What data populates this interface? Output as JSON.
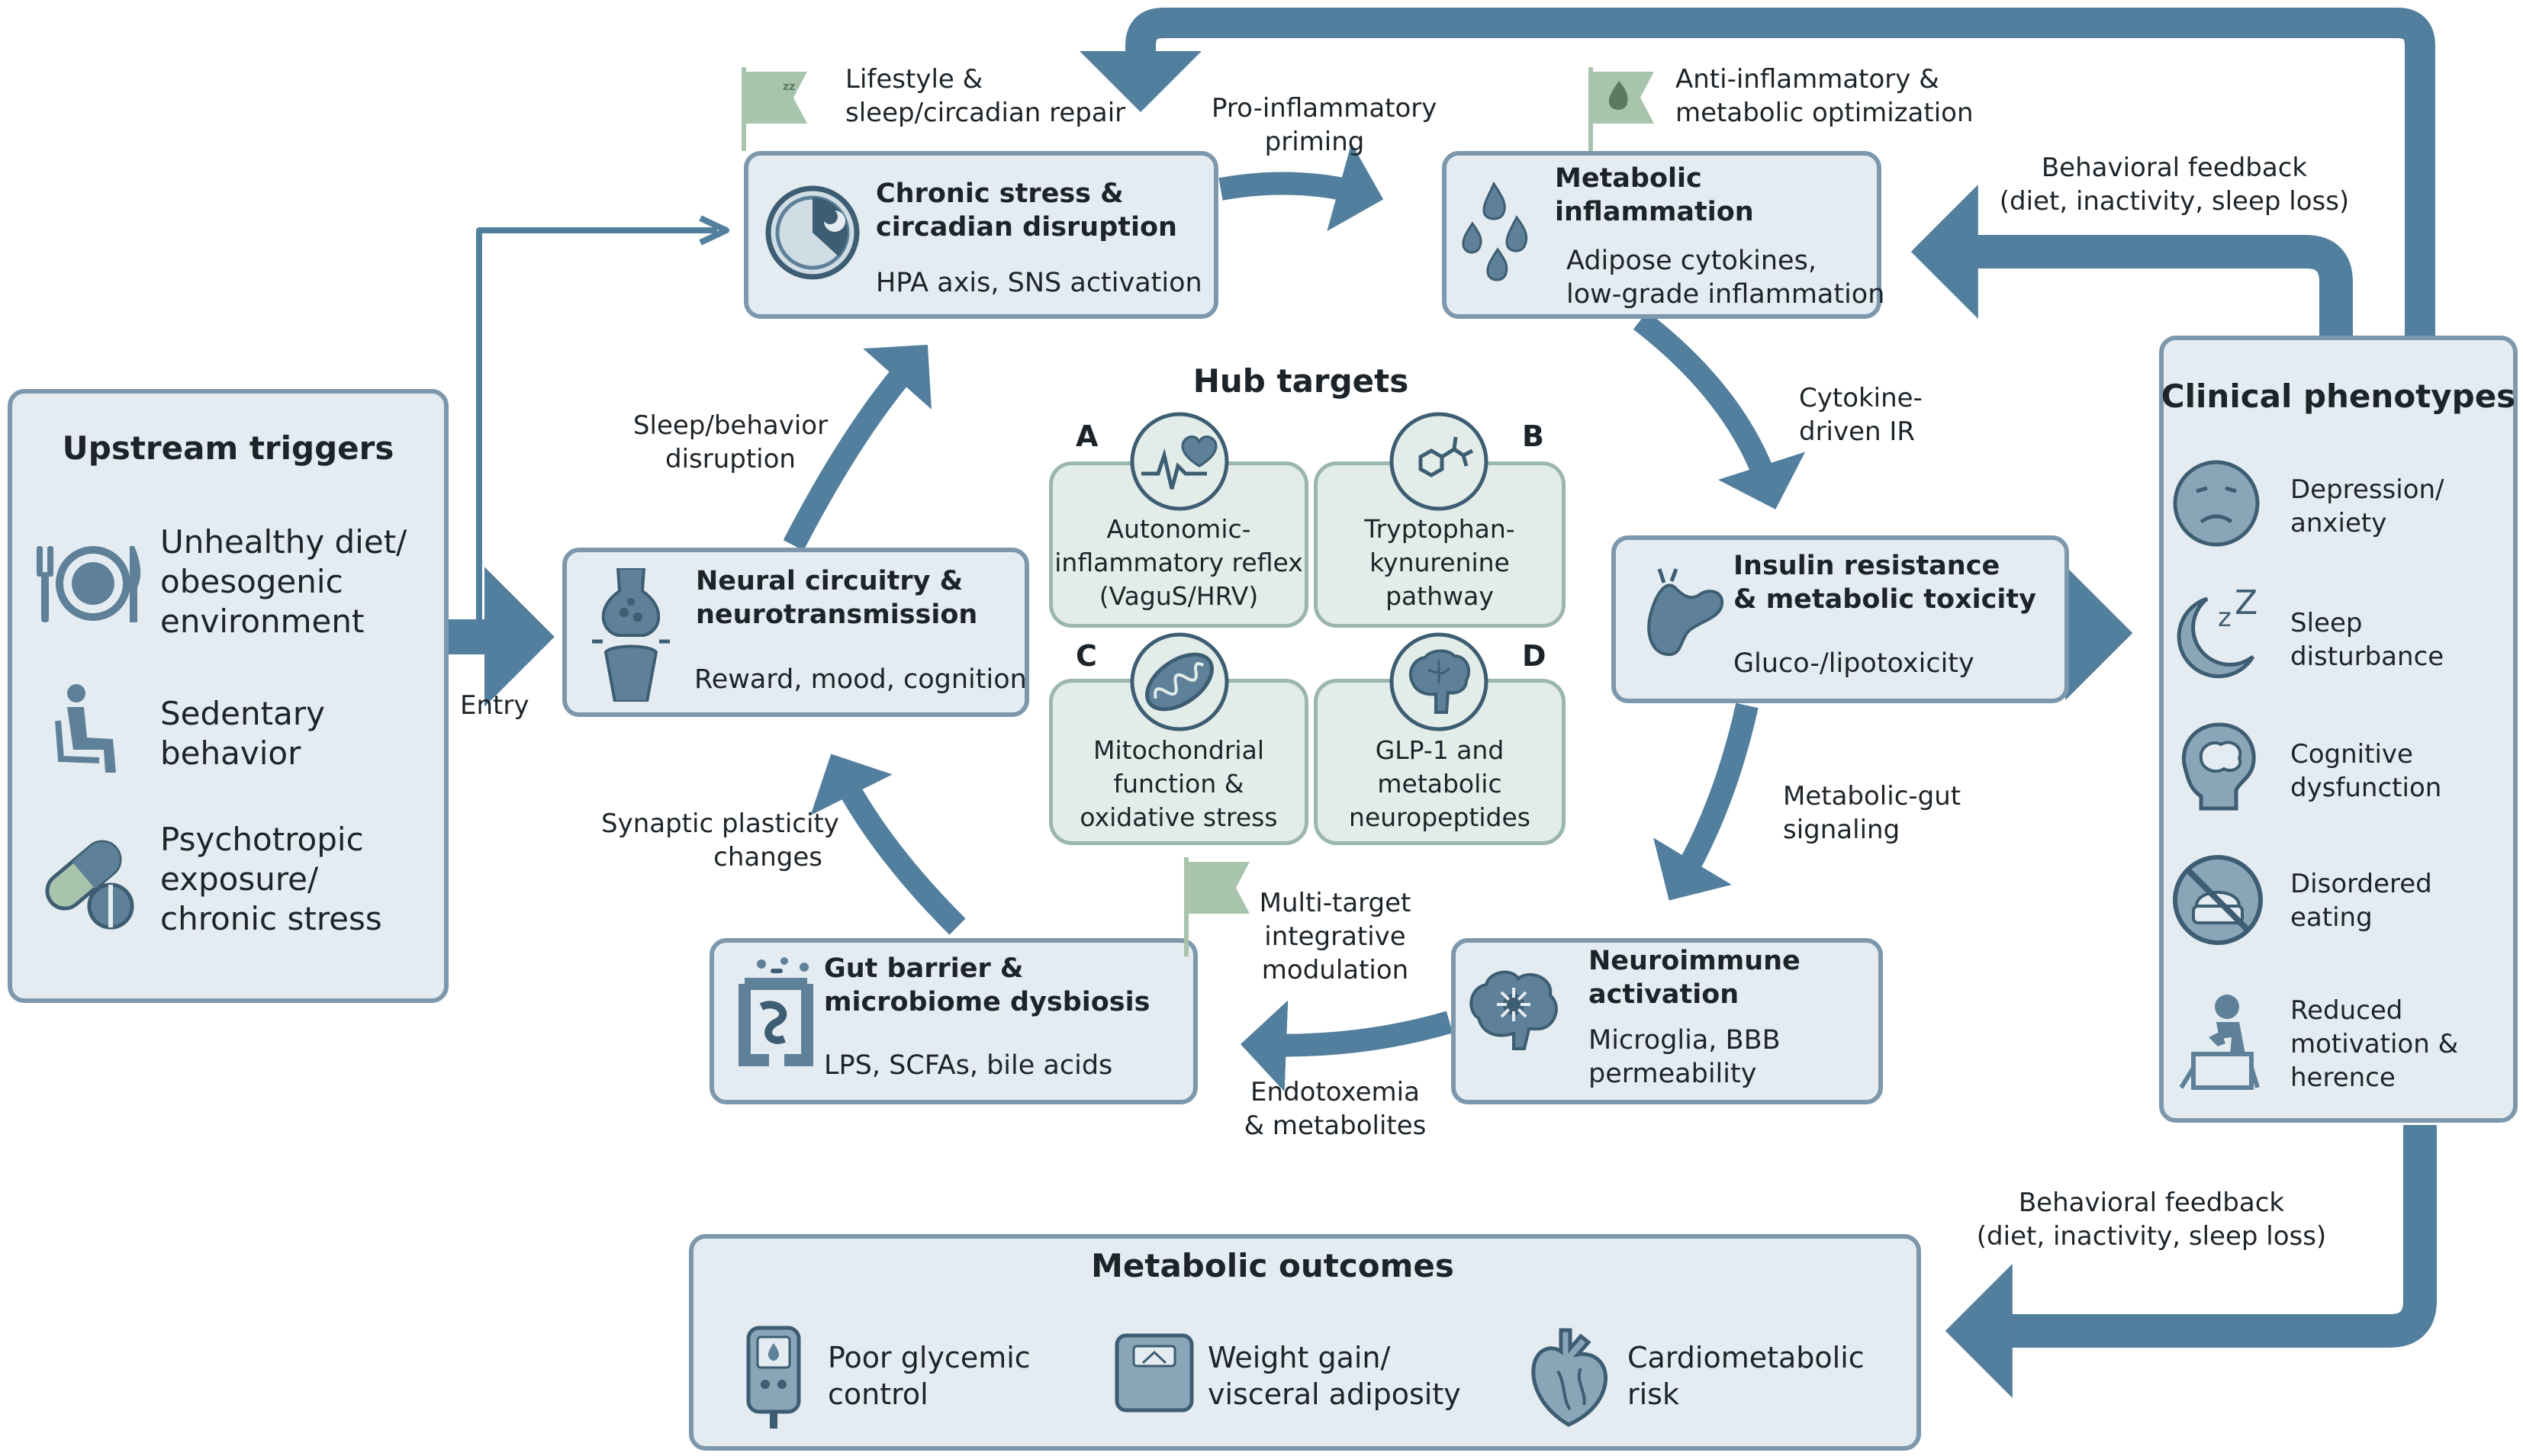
{
  "upstream": {
    "title": "Upstream triggers",
    "items": [
      {
        "label": "Unhealthy diet/\nobesogenic\nenvironment",
        "icon": "fork-plate-icon"
      },
      {
        "label": "Sedentary\nbehavior",
        "icon": "seated-person-icon"
      },
      {
        "label": "Psychotropic\nexposure/\nchronic stress",
        "icon": "pills-icon"
      }
    ]
  },
  "entry_label": "Entry",
  "nodes": {
    "stress": {
      "title": "Chronic stress &\ncircadian disruption",
      "sub": "HPA axis, SNS activation",
      "icon": "clock-moon-icon"
    },
    "inflammation": {
      "title": "Metabolic\ninflammation",
      "sub": "Adipose cytokines,\nlow-grade inflammation",
      "icon": "flames-icon"
    },
    "insulin": {
      "title": "Insulin resistance\n& metabolic toxicity",
      "sub": "Gluco-/lipotoxicity",
      "icon": "pancreas-icon"
    },
    "neuroimmune": {
      "title": "Neuroimmune\nactivation",
      "sub": "Microglia, BBB\npermeability",
      "icon": "brain-microglia-icon"
    },
    "gut": {
      "title": "Gut barrier &\nmicrobiome dysbiosis",
      "sub": "LPS, SCFAs, bile acids",
      "icon": "intestine-icon"
    },
    "neural": {
      "title": "Neural circuitry &\nneurotransmission",
      "sub": "Reward, mood, cognition",
      "icon": "synapse-icon"
    }
  },
  "edges": {
    "stress_to_inflammation": "Pro-inflammatory\npriming",
    "inflammation_to_insulin": "Cytokine-\ndriven IR",
    "insulin_to_neuroimmune": "Metabolic-gut\nsignaling",
    "neuroimmune_to_gut": "Endotoxemia\n& metabolites",
    "gut_to_neural": "Synaptic plasticity\nchanges",
    "neural_to_stress": "Sleep/behavior\ndisruption"
  },
  "flags": {
    "lifestyle": {
      "label": "Lifestyle &\nsleep/circadian repair",
      "icon": "sleep-flag-icon"
    },
    "anti_inflammatory": {
      "label": "Anti-inflammatory &\nmetabolic optimization",
      "icon": "flame-flag-icon"
    },
    "multi_target": {
      "label": "Multi-target\nintegrative\nmodulation",
      "icon": "flag-icon"
    }
  },
  "hub": {
    "title": "Hub targets",
    "targets": [
      {
        "letter": "A",
        "label": "Autonomic-\ninflammatory reflex\n(VaguS/HRV)",
        "icon": "heart-pulse-icon"
      },
      {
        "letter": "B",
        "label": "Tryptophan-\nkynurenine\npathway",
        "icon": "molecule-icon"
      },
      {
        "letter": "C",
        "label": "Mitochondrial\nfunction &\noxidative stress",
        "icon": "mitochondria-icon"
      },
      {
        "letter": "D",
        "label": "GLP-1 and\nmetabolic\nneuropeptides",
        "icon": "brain-icon"
      }
    ]
  },
  "clinical": {
    "title": "Clinical phenotypes",
    "items": [
      {
        "label": "Depression/\nanxiety",
        "icon": "sad-face-icon"
      },
      {
        "label": "Sleep\ndisturbance",
        "icon": "moon-zz-icon"
      },
      {
        "label": "Cognitive\ndysfunction",
        "icon": "head-brain-icon"
      },
      {
        "label": "Disordered\neating",
        "icon": "no-food-icon"
      },
      {
        "label": "Reduced\nmotivation &\nherence",
        "icon": "thinker-icon"
      }
    ]
  },
  "feedback": {
    "upper": "Behavioral feedback\n(diet, inactivity, sleep loss)",
    "lower": "Behavioral feedback\n(diet, inactivity, sleep loss)"
  },
  "outcomes": {
    "title": "Metabolic outcomes",
    "items": [
      {
        "label": "Poor glycemic\ncontrol",
        "icon": "glucometer-icon"
      },
      {
        "label": "Weight gain/\nvisceral adiposity",
        "icon": "scale-icon"
      },
      {
        "label": "Cardiometabolic\nrisk",
        "icon": "heart-icon"
      }
    ]
  },
  "colors": {
    "arrow": "#527f9d",
    "box_fill": "#e5ecf1",
    "box_border": "#7d98ac",
    "hub_fill": "#e2ece8",
    "hub_border": "#9bb6ad",
    "flag": "#a9c4ad",
    "icon": "#5e8199"
  }
}
